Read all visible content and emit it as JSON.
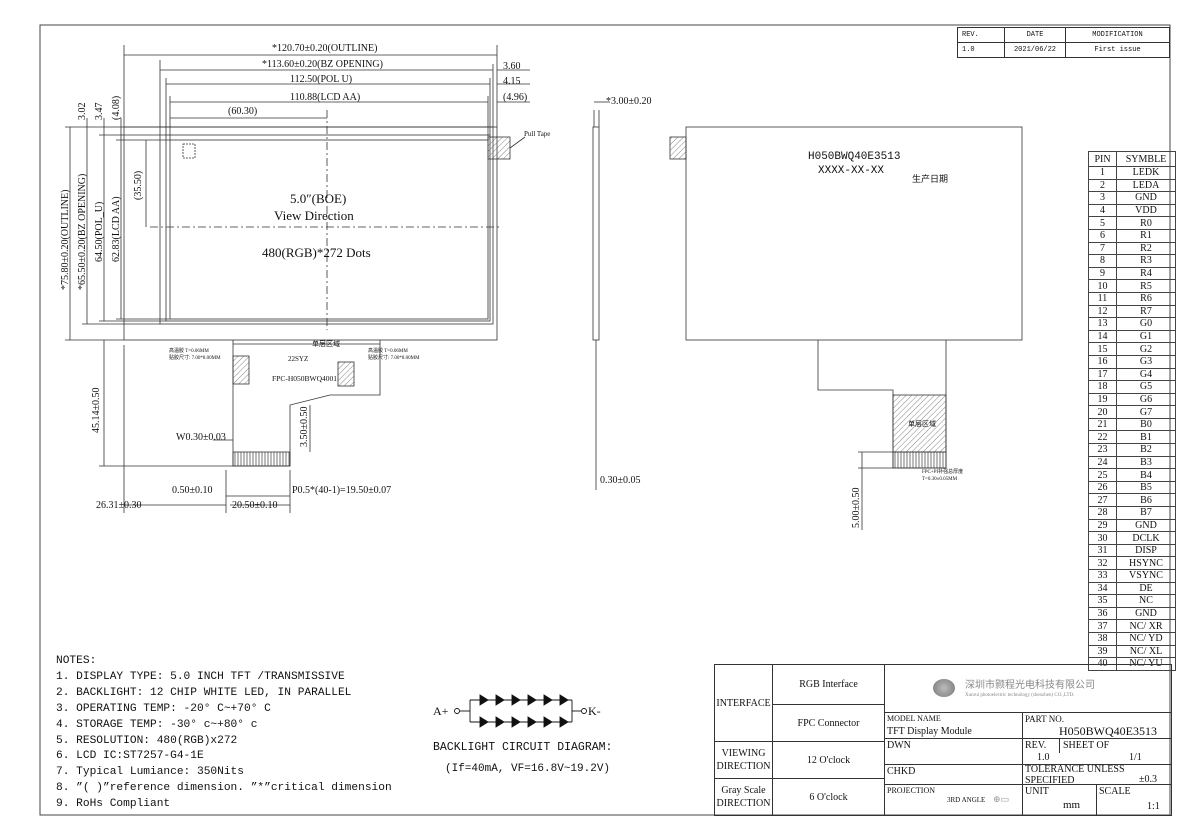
{
  "revision_table": {
    "headers": [
      "REV.",
      "DATE",
      "MODIFICATION"
    ],
    "rows": [
      [
        "1.0",
        "2021/06/22",
        "First issue"
      ]
    ]
  },
  "front_view": {
    "dims": {
      "outline_w": "*120.70±0.20(OUTLINE)",
      "bz_opening_w": "*113.60±0.20(BZ OPENING)",
      "pol_w": "112.50(POL U)",
      "lcd_aa_w": "110.88(LCD AA)",
      "center_x": "(60.30)",
      "right_360": "3.60",
      "right_415": "4.15",
      "right_496": "(4.96)",
      "top_302": "3.02",
      "top_347": "3.47",
      "top_408": "(4.08)",
      "center_y": "(35.50)",
      "outline_h": "*75.80±0.20(OUTLINE)",
      "bz_opening_h": "*65.50±0.20(BZ OPENING)",
      "pol_h": "64.50(POL_U)",
      "lcd_aa_h": "62.83(LCD AA)",
      "fpc_len": "45.14±0.50",
      "fpc_stiff": "3.50±0.50",
      "fpc_width": "W0.30±0.03",
      "pad_050": "0.50±0.10",
      "pitch": "P0.5*(40-1)=19.50±0.07",
      "offset_left": "26.31±0.30",
      "fpc_total": "20.50±0.10"
    },
    "screen_size": "5.0″(BOE)",
    "view_direction": "View Direction",
    "resolution_label": "480(RGB)*272 Dots",
    "pull_tape": "Pull Tape",
    "single_layer_area": "单层区域",
    "fpc_part": "FPC-H050BWQ4001",
    "fpc_date": "22SYZ",
    "stiff_left_1": "高温胶 T=0.06MM",
    "stiff_left_2": "贴胶尺寸: 7.00*8.00MM",
    "stiff_right_1": "高温胶 T=0.06MM",
    "stiff_right_2": "贴胶尺寸: 7.00*8.00MM"
  },
  "side_view": {
    "thickness": "*3.00±0.20",
    "fpc_thickness": "0.30±0.05"
  },
  "back_view": {
    "part_number": "H050BWQ40E3513",
    "date_code": "XXXX-XX-XX",
    "date_label": "生产日期",
    "single_layer_area": "单层区域",
    "fpc_note_1": "FPC+PI补强总厚度",
    "fpc_note_2": "T=0.30±0.05MM",
    "stiff_len": "5.00±0.50"
  },
  "pin_table": {
    "headers": [
      "PIN",
      "SYMBLE"
    ],
    "pins": [
      [
        "1",
        "LEDK"
      ],
      [
        "2",
        "LEDA"
      ],
      [
        "3",
        "GND"
      ],
      [
        "4",
        "VDD"
      ],
      [
        "5",
        "R0"
      ],
      [
        "6",
        "R1"
      ],
      [
        "7",
        "R2"
      ],
      [
        "8",
        "R3"
      ],
      [
        "9",
        "R4"
      ],
      [
        "10",
        "R5"
      ],
      [
        "11",
        "R6"
      ],
      [
        "12",
        "R7"
      ],
      [
        "13",
        "G0"
      ],
      [
        "14",
        "G1"
      ],
      [
        "15",
        "G2"
      ],
      [
        "16",
        "G3"
      ],
      [
        "17",
        "G4"
      ],
      [
        "18",
        "G5"
      ],
      [
        "19",
        "G6"
      ],
      [
        "20",
        "G7"
      ],
      [
        "21",
        "B0"
      ],
      [
        "22",
        "B1"
      ],
      [
        "23",
        "B2"
      ],
      [
        "24",
        "B3"
      ],
      [
        "25",
        "B4"
      ],
      [
        "26",
        "B5"
      ],
      [
        "27",
        "B6"
      ],
      [
        "28",
        "B7"
      ],
      [
        "29",
        "GND"
      ],
      [
        "30",
        "DCLK"
      ],
      [
        "31",
        "DISP"
      ],
      [
        "32",
        "HSYNC"
      ],
      [
        "33",
        "VSYNC"
      ],
      [
        "34",
        "DE"
      ],
      [
        "35",
        "NC"
      ],
      [
        "36",
        "GND"
      ],
      [
        "37",
        "NC/  XR"
      ],
      [
        "38",
        "NC/  YD"
      ],
      [
        "39",
        "NC/  XL"
      ],
      [
        "40",
        "NC/  YU"
      ]
    ]
  },
  "notes": {
    "title": "NOTES:",
    "items": [
      "1. DISPLAY TYPE: 5.0 INCH TFT /TRANSMISSIVE",
      "2. BACKLIGHT: 12 CHIP WHITE LED, IN PARALLEL",
      "3. OPERATING TEMP: -20° C~+70° C",
      "4. STORAGE TEMP: -30° c~+80° c",
      "5. RESOLUTION: 480(RGB)x272",
      "6. LCD IC:ST7257-G4-1E",
      "7. Typical Lumiance: 350Nits",
      "8. ”( )”reference dimension. ”*”critical dimension",
      "9. RoHs Compliant"
    ]
  },
  "backlight": {
    "anode": "A+",
    "cathode": "K-",
    "title": "BACKLIGHT CIRCUIT DIAGRAM:",
    "conditions": "(If=40mA,  VF=16.8V~19.2V)"
  },
  "title_block": {
    "interface_label": "INTERFACE",
    "rgb_interface": "RGB Interface",
    "fpc_connector": "FPC Connector",
    "viewing_label": "VIEWING DIRECTION",
    "viewing_value": "12 O'clock",
    "grayscale_label": "Gray Scale DIRECTION",
    "grayscale_value": "6 O'clock",
    "company_cn": "深圳市颢程光电科技有限公司",
    "company_en": "Xunrui photoelectric technology (shenzhen) CO.,LTD.",
    "model_name_label": "MODEL NAME",
    "model_name": "TFT Display Module",
    "part_no_label": "PART NO.",
    "part_no": "H050BWQ40E3513",
    "dwn": "DWN",
    "rev_label": "REV.",
    "rev_value": "1.0",
    "sheet_label": "SHEET OF",
    "sheet_value": "1/1",
    "chkd": "CHKD",
    "tolerance_label": "TOLERANCE UNLESS SPECIFIED",
    "tolerance_value": "±0.3",
    "projection_label": "PROJECTION",
    "projection_value": "3RD ANGLE",
    "unit_label": "UNIT",
    "unit_value": "mm",
    "scale_label": "SCALE",
    "scale_value": "1:1"
  }
}
